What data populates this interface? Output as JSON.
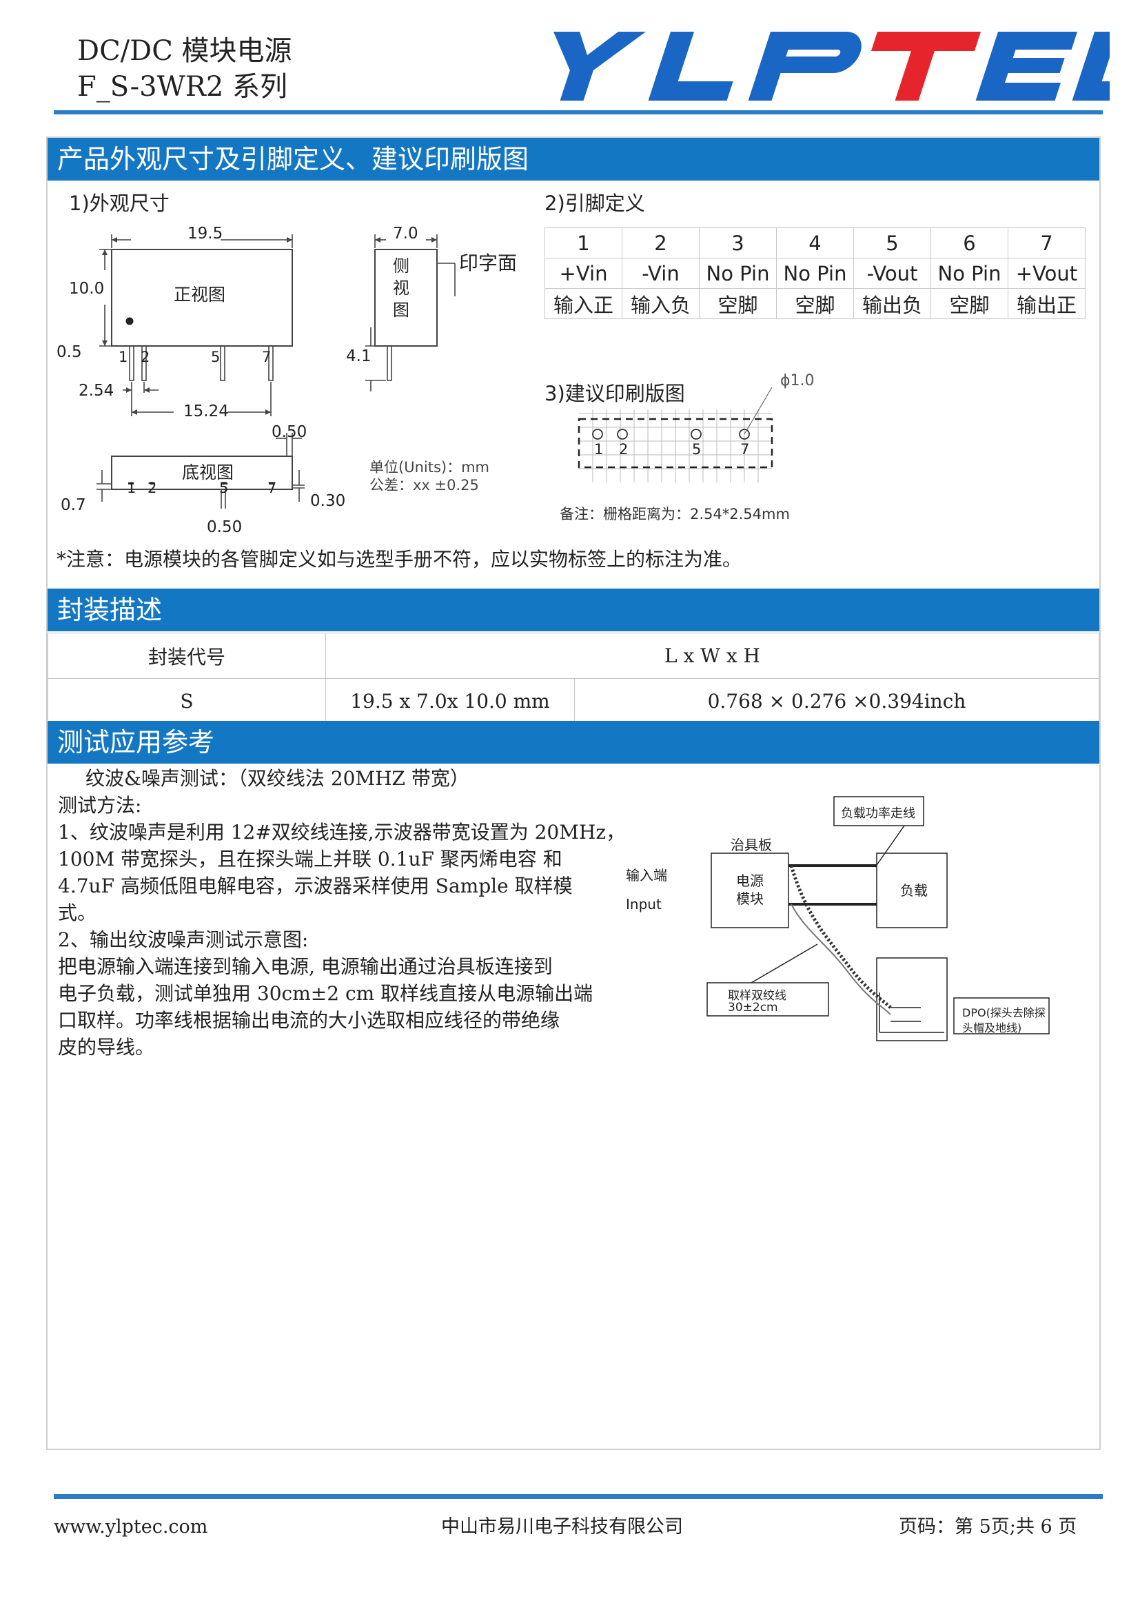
{
  "header": {
    "title_line1": "DC/DC 模块电源",
    "title_line2": "F_S-3WR2 系列",
    "logo_text": "YLPTEC",
    "brand_color": "#1a66c4",
    "accent_color": "#e6242b"
  },
  "section1": {
    "title": "产品外观尺寸及引脚定义、建议印刷版图",
    "sub1": "1)外观尺寸",
    "sub2": "2)引脚定义",
    "sub3": "3)建议印刷版图",
    "drawing": {
      "front_label": "正视图",
      "side_label": "侧视图",
      "print_face": "印字面",
      "bottom_label": "底视图",
      "d_19_5": "19.5",
      "d_7_0": "7.0",
      "d_10_0": "10.0",
      "d_0_5": "0.5",
      "d_4_1": "4.1",
      "d_2_54": "2.54",
      "d_15_24": "15.24",
      "d_0_50a": "0.50",
      "d_0_7": "0.7",
      "d_0_30": "0.30",
      "d_0_50b": "0.50",
      "p1": "1",
      "p2": "2",
      "p5": "5",
      "p7": "7",
      "units": "单位(Units)：mm",
      "tolerance": "公差：xx ±0.25"
    },
    "pins": {
      "numbers": [
        "1",
        "2",
        "3",
        "4",
        "5",
        "6",
        "7"
      ],
      "names": [
        "+Vin",
        "-Vin",
        "No Pin",
        "No Pin",
        "-Vout",
        "No Pin",
        "+Vout"
      ],
      "desc": [
        "输入正",
        "输入负",
        "空脚",
        "空脚",
        "输出负",
        "空脚",
        "输出正"
      ]
    },
    "pcb": {
      "hole_dia": "ϕ1.0",
      "p1": "1",
      "p2": "2",
      "p5": "5",
      "p7": "7",
      "note": "备注：栅格距离为：2.54*2.54mm"
    },
    "warning": "*注意：电源模块的各管脚定义如与选型手册不符，应以实物标签上的标注为准。"
  },
  "section2": {
    "title": "封装描述",
    "col1_header": "封装代号",
    "col2_header": "L x W x H",
    "code": "S",
    "mm": "19.5 x 7.0x 10.0 mm",
    "inch": "0.768 × 0.276 ×0.394inch"
  },
  "section3": {
    "title": "测试应用参考",
    "lines": [
      "纹波&噪声测试：（双绞线法  20MHZ 带宽）",
      "测试方法:",
      "1、纹波噪声是利用 12#双绞线连接,示波器带宽设置为 20MHz，",
      "100M 带宽探头，且在探头端上并联 0.1uF 聚丙烯电容 和",
      "4.7uF 高频低阻电解电容，示波器采样使用 Sample 取样模",
      "式。",
      "2、输出纹波噪声测试示意图:",
      "把电源输入端连接到输入电源, 电源输出通过治具板连接到",
      "电子负载，测试单独用 30cm±2 cm 取样线直接从电源输出端",
      "口取样。功率线根据输出电流的大小选取相应线径的带绝缘",
      "皮的导线。"
    ],
    "diagram": {
      "power_line": "负载功率走线",
      "fixture": "治具板",
      "input_cn": "输入端",
      "input_en": "Input",
      "module_l1": "电源",
      "module_l2": "模块",
      "load": "负载",
      "sample_l1": "取样双绞线",
      "sample_l2": "30±2cm",
      "dpo_l1": "DPO(探头去除探",
      "dpo_l2": "头帽及地线)"
    }
  },
  "footer": {
    "website": "www.ylptec.com",
    "company": "中山市易川电子科技有限公司",
    "page": "页码：第 5页;共 6 页"
  }
}
